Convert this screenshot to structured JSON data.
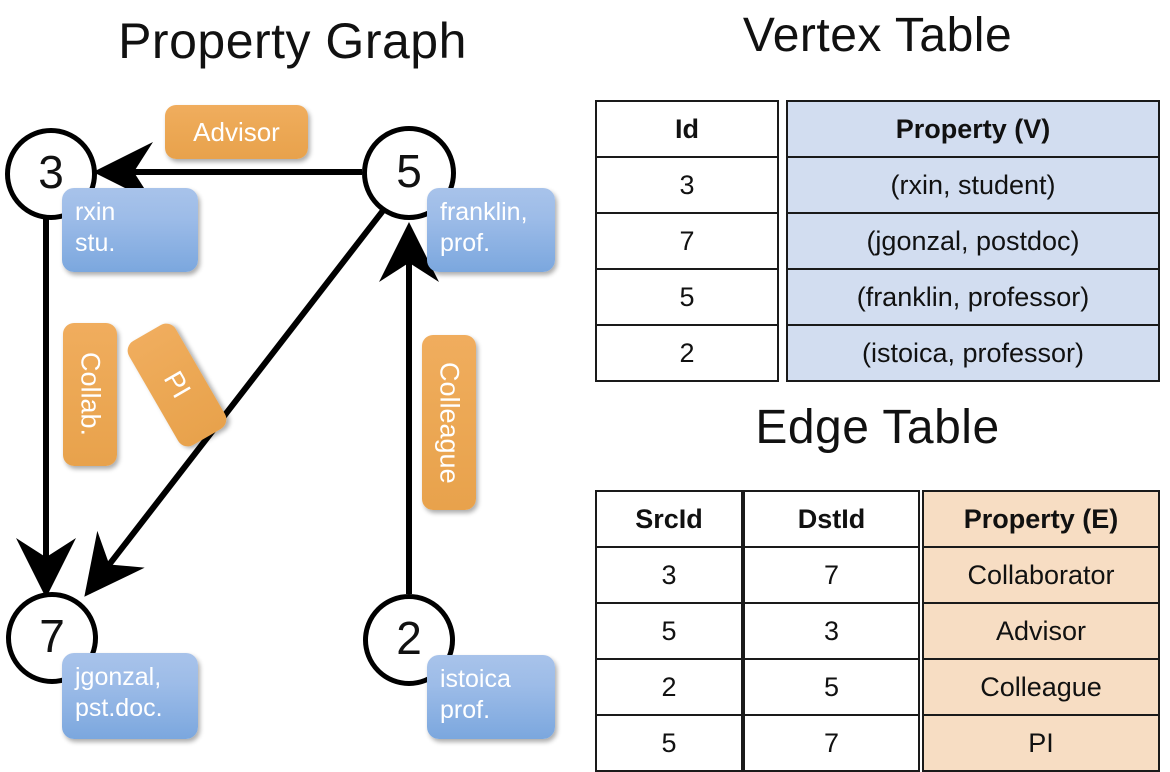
{
  "graph": {
    "title": "Property Graph",
    "vertices": [
      {
        "id": "3",
        "property_label": "rxin\nstu."
      },
      {
        "id": "5",
        "property_label": "franklin,\nprof."
      },
      {
        "id": "7",
        "property_label": "jgonzal,\npst.doc."
      },
      {
        "id": "2",
        "property_label": "istoica\nprof."
      }
    ],
    "edge_labels": [
      {
        "name": "advisor-label",
        "text": "Advisor"
      },
      {
        "name": "collab-label",
        "text": "Collab."
      },
      {
        "name": "pi-label",
        "text": "PI"
      },
      {
        "name": "colleague-label",
        "text": "Colleague"
      }
    ]
  },
  "vertex_table": {
    "title": "Vertex Table",
    "id_header": "Id",
    "property_header": "Property (V)",
    "rows": [
      {
        "id": "3",
        "property": "(rxin, student)"
      },
      {
        "id": "7",
        "property": "(jgonzal, postdoc)"
      },
      {
        "id": "5",
        "property": "(franklin, professor)"
      },
      {
        "id": "2",
        "property": "(istoica, professor)"
      }
    ]
  },
  "edge_table": {
    "title": "Edge Table",
    "src_header": "SrcId",
    "dst_header": "DstId",
    "property_header": "Property (E)",
    "rows": [
      {
        "src": "3",
        "dst": "7",
        "property": "Collaborator"
      },
      {
        "src": "5",
        "dst": "3",
        "property": "Advisor"
      },
      {
        "src": "2",
        "dst": "5",
        "property": "Colleague"
      },
      {
        "src": "5",
        "dst": "7",
        "property": "PI"
      }
    ]
  },
  "colors": {
    "vertex_property_blue": "#9dbce8",
    "edge_label_orange": "#eca855",
    "table_blue_fill": "#d2ddf0",
    "table_peach_fill": "#f7ddc3",
    "stroke": "#000000",
    "background": "#ffffff"
  }
}
